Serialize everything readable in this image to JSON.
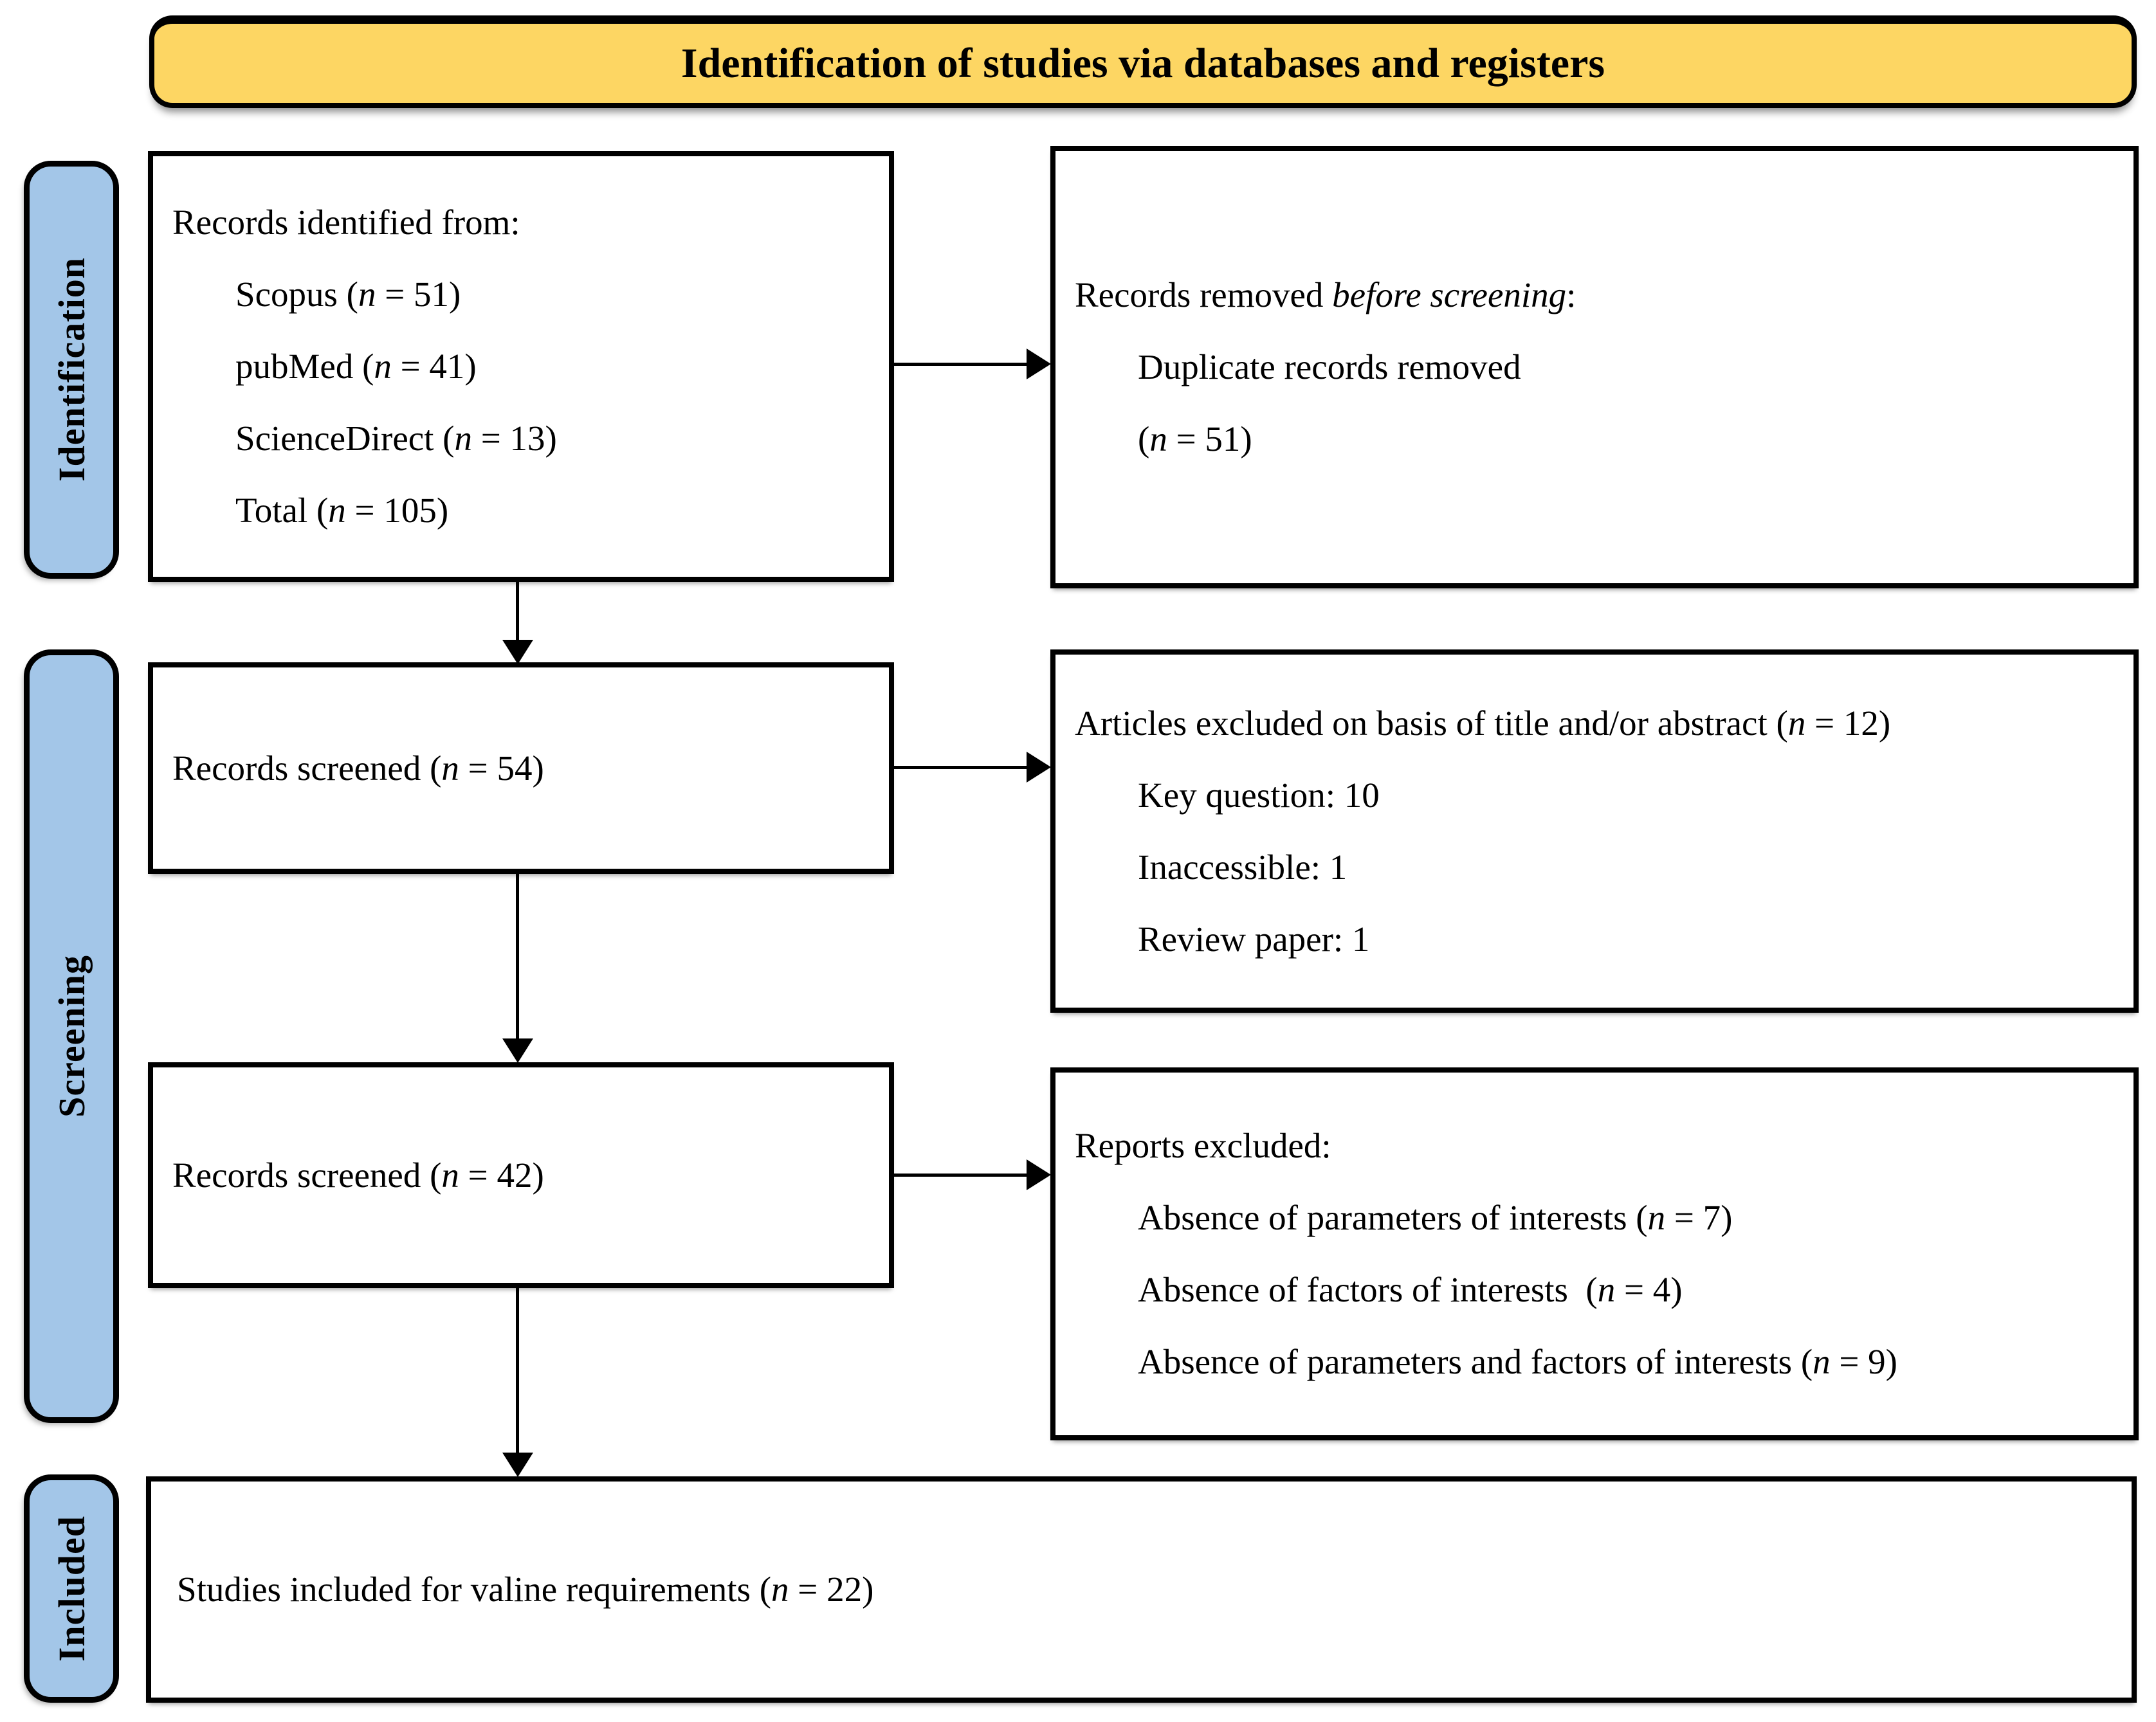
{
  "banner": {
    "title": "Identification of studies via databases and registers"
  },
  "colors": {
    "banner_bg": "#FDD663",
    "sidebar_bg": "#A3C6E8",
    "border": "#000000",
    "box_bg": "#FFFFFF"
  },
  "sidebar": {
    "stages": [
      {
        "label": "Identification"
      },
      {
        "label": "Screening"
      },
      {
        "label": "Included"
      }
    ]
  },
  "flow": {
    "identified": {
      "heading": "Records identified from:",
      "items": [
        {
          "pre": "Scopus (",
          "it": "n",
          "post": " = 51)"
        },
        {
          "pre": "pubMed (",
          "it": "n",
          "post": " = 41)"
        },
        {
          "pre": "ScienceDirect (",
          "it": "n",
          "post": " = 13)"
        },
        {
          "pre": "Total (",
          "it": "n",
          "post": " = 105)"
        }
      ]
    },
    "removed": {
      "heading": {
        "pre": "Records removed ",
        "it": "before screening",
        "post": ":"
      },
      "items": [
        {
          "pre": "Duplicate records removed",
          "it": "",
          "post": ""
        },
        {
          "pre": "(",
          "it": "n",
          "post": " = 51)"
        }
      ]
    },
    "screened1": {
      "pre": "Records screened (",
      "it": "n",
      "post": " = 54)"
    },
    "excluded1": {
      "heading": {
        "pre": "Articles excluded on basis of title and/or abstract (",
        "it": "n",
        "post": " = 12)"
      },
      "items": [
        {
          "pre": "Key question: 10",
          "it": "",
          "post": ""
        },
        {
          "pre": "Inaccessible: 1",
          "it": "",
          "post": ""
        },
        {
          "pre": "Review paper: 1",
          "it": "",
          "post": ""
        }
      ]
    },
    "screened2": {
      "pre": "Records screened (",
      "it": "n",
      "post": " = 42)"
    },
    "excluded2": {
      "heading": {
        "pre": "Reports excluded:",
        "it": "",
        "post": ""
      },
      "items": [
        {
          "pre": "Absence of parameters of interests (",
          "it": "n",
          "post": " = 7)"
        },
        {
          "pre": "Absence of factors of interests  (",
          "it": "n",
          "post": " = 4)"
        },
        {
          "pre": "Absence of parameters and factors of interests (",
          "it": "n",
          "post": " = 9)"
        }
      ]
    },
    "included": {
      "pre": "Studies included for valine requirements (",
      "it": "n",
      "post": " = 22)"
    }
  }
}
